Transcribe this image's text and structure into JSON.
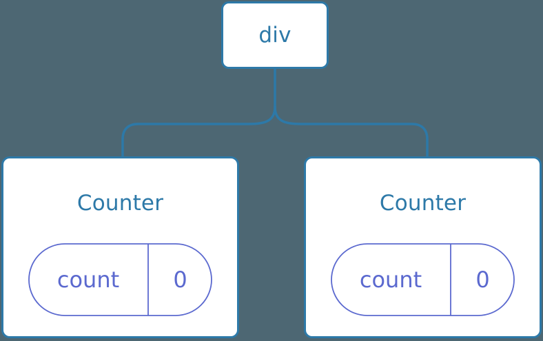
{
  "diagram": {
    "type": "component-tree",
    "background_color": "#4d6773",
    "node_border_color": "#2d79a8",
    "node_fill_color": "#ffffff",
    "edge_color": "#2d79a8",
    "title_text_color": "#2d79a8",
    "state_color": "#5b69cf",
    "root": {
      "label": "div"
    },
    "children": [
      {
        "title": "Counter",
        "state": {
          "key": "count",
          "value": "0"
        }
      },
      {
        "title": "Counter",
        "state": {
          "key": "count",
          "value": "0"
        }
      }
    ]
  }
}
